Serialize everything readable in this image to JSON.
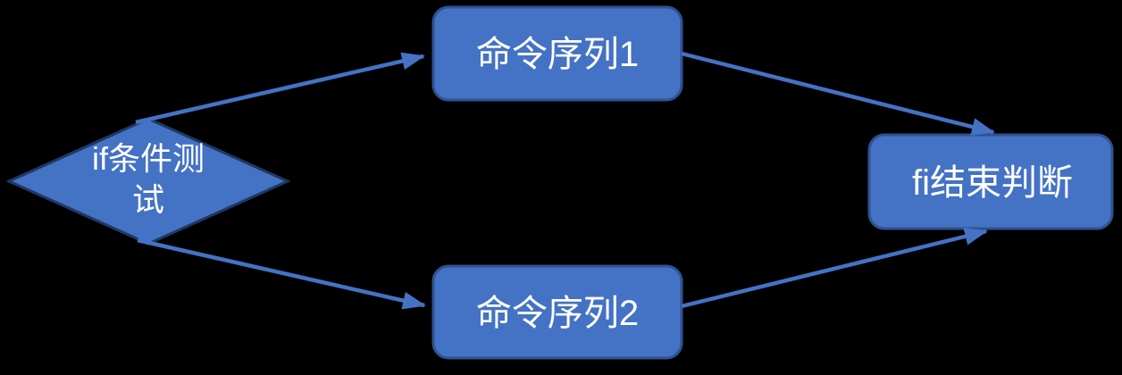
{
  "diagram": {
    "type": "flowchart",
    "background_color": "#000000",
    "shape_fill": "#4472c4",
    "rect_border": "#2f528f",
    "diamond_border": "#1f3864",
    "arrow_color": "#4472c4",
    "text_color": "#ffffff",
    "nodes": {
      "condition": {
        "shape": "diamond",
        "label": "if条件测试",
        "lines": [
          "if条件测",
          "试"
        ]
      },
      "branch1": {
        "shape": "rounded-rect",
        "label": "命令序列1"
      },
      "branch2": {
        "shape": "rounded-rect",
        "label": "命令序列2"
      },
      "end": {
        "shape": "rounded-rect",
        "label": "fi结束判断"
      }
    },
    "edges": [
      {
        "from": "condition",
        "to": "branch1"
      },
      {
        "from": "condition",
        "to": "branch2"
      },
      {
        "from": "branch1",
        "to": "end"
      },
      {
        "from": "branch2",
        "to": "end"
      }
    ]
  }
}
